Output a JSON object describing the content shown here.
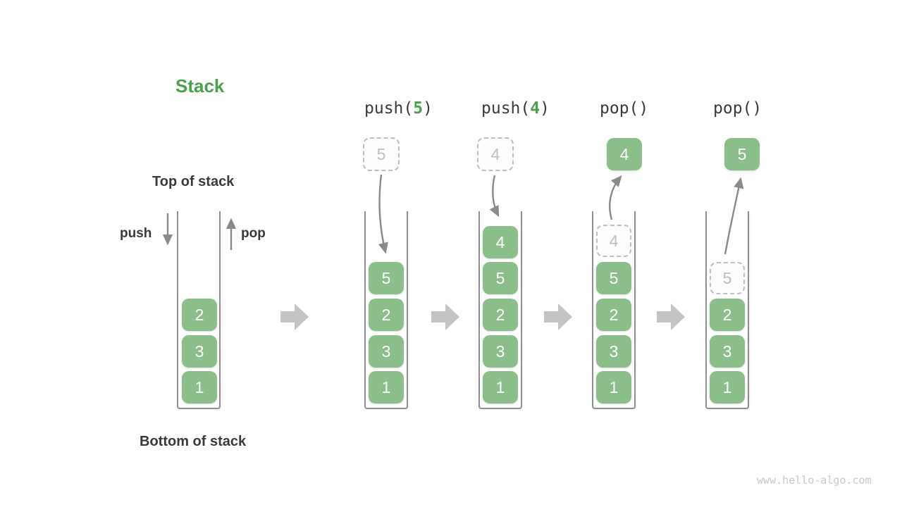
{
  "title": "Stack",
  "labels": {
    "top_of_stack": "Top of stack",
    "bottom_of_stack": "Bottom of stack",
    "push": "push",
    "pop": "pop"
  },
  "colors": {
    "accent_green": "#4AA14A",
    "cell_green": "#8CBE8C",
    "text_dark": "#3A3A3A",
    "line_gray": "#8A8A8A",
    "block_arrow_gray": "#C4C4C4",
    "ghost_gray": "#BFBFBF",
    "wall_gray": "#8F8F8F",
    "watermark_gray": "#C9C9C9"
  },
  "icons": {
    "push_arrow": "down-arrow",
    "pop_arrow": "up-arrow",
    "stage_transition": "right-block-arrow",
    "incoming_flow": "curved-down-arrow",
    "outgoing_flow": "curved-up-arrow"
  },
  "stages": [
    {
      "name": "initial",
      "stack_top_to_bottom": [
        "2",
        "3",
        "1"
      ]
    },
    {
      "name": "push-5",
      "op": {
        "pre": "push(",
        "arg": "5",
        "post": ")"
      },
      "incoming_value": "5",
      "stack_top_to_bottom": [
        "5",
        "2",
        "3",
        "1"
      ]
    },
    {
      "name": "push-4",
      "op": {
        "pre": "push(",
        "arg": "4",
        "post": ")"
      },
      "incoming_value": "4",
      "stack_top_to_bottom": [
        "4",
        "5",
        "2",
        "3",
        "1"
      ]
    },
    {
      "name": "pop-4",
      "op": {
        "pre": "pop(",
        "arg": "",
        "post": ")"
      },
      "popped_value": "4",
      "ghost_value": "4",
      "stack_top_to_bottom": [
        "5",
        "2",
        "3",
        "1"
      ]
    },
    {
      "name": "pop-5",
      "op": {
        "pre": "pop(",
        "arg": "",
        "post": ")"
      },
      "popped_value": "5",
      "ghost_value": "5",
      "stack_top_to_bottom": [
        "2",
        "3",
        "1"
      ]
    }
  ],
  "watermark": "www.hello-algo.com"
}
